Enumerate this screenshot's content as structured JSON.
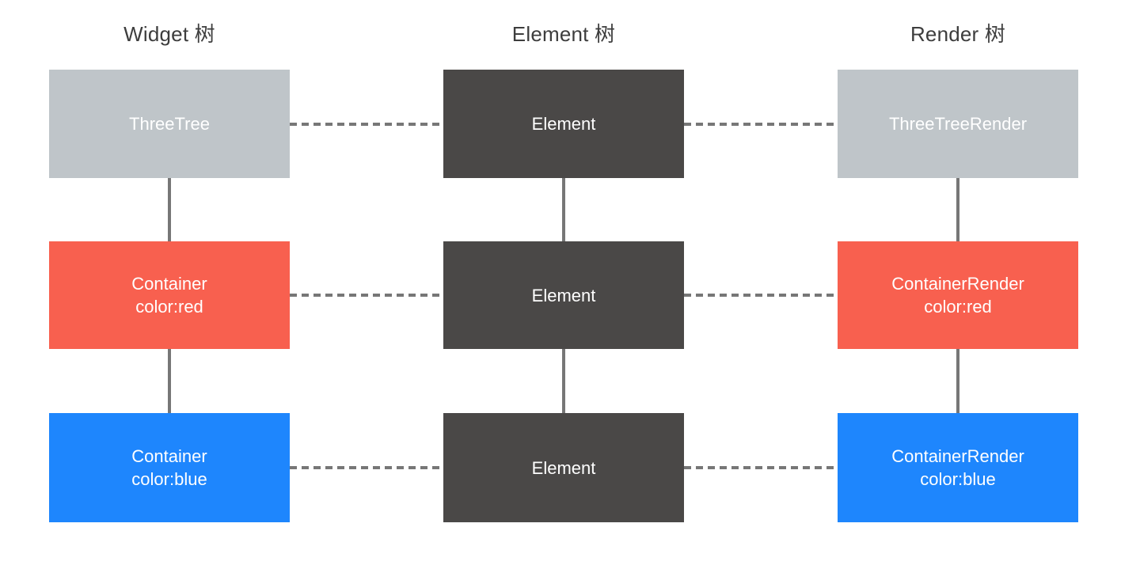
{
  "diagram": {
    "background_color": "#ffffff",
    "title_color": "#3d3d3d",
    "connector_color": "#777777",
    "columns": [
      {
        "id": "widget",
        "title": "Widget 树"
      },
      {
        "id": "element",
        "title": "Element 树"
      },
      {
        "id": "render",
        "title": "Render 树"
      }
    ],
    "nodes": [
      {
        "column": "widget",
        "row": 0,
        "line1": "ThreeTree",
        "line2": "",
        "fill": "#bfc5c9",
        "text_color": "#ffffff"
      },
      {
        "column": "element",
        "row": 0,
        "line1": "Element",
        "line2": "",
        "fill": "#4a4847",
        "text_color": "#ffffff"
      },
      {
        "column": "render",
        "row": 0,
        "line1": "ThreeTreeRender",
        "line2": "",
        "fill": "#bfc5c9",
        "text_color": "#ffffff"
      },
      {
        "column": "widget",
        "row": 1,
        "line1": "Container",
        "line2": "color:red",
        "fill": "#f8604f",
        "text_color": "#ffffff"
      },
      {
        "column": "element",
        "row": 1,
        "line1": "Element",
        "line2": "",
        "fill": "#4a4847",
        "text_color": "#ffffff"
      },
      {
        "column": "render",
        "row": 1,
        "line1": "ContainerRender",
        "line2": "color:red",
        "fill": "#f8604f",
        "text_color": "#ffffff"
      },
      {
        "column": "widget",
        "row": 2,
        "line1": "Container",
        "line2": "color:blue",
        "fill": "#1e86fd",
        "text_color": "#ffffff"
      },
      {
        "column": "element",
        "row": 2,
        "line1": "Element",
        "line2": "",
        "fill": "#4a4847",
        "text_color": "#ffffff"
      },
      {
        "column": "render",
        "row": 2,
        "line1": "ContainerRender",
        "line2": "color:blue",
        "fill": "#1e86fd",
        "text_color": "#ffffff"
      }
    ],
    "vertical_connectors": [
      {
        "column": "widget",
        "from_row": 0,
        "to_row": 1,
        "style": "solid"
      },
      {
        "column": "widget",
        "from_row": 1,
        "to_row": 2,
        "style": "solid"
      },
      {
        "column": "element",
        "from_row": 0,
        "to_row": 1,
        "style": "solid"
      },
      {
        "column": "element",
        "from_row": 1,
        "to_row": 2,
        "style": "solid"
      },
      {
        "column": "render",
        "from_row": 0,
        "to_row": 1,
        "style": "solid"
      },
      {
        "column": "render",
        "from_row": 1,
        "to_row": 2,
        "style": "solid"
      }
    ],
    "horizontal_connectors": [
      {
        "row": 0,
        "from": "widget",
        "to": "element",
        "style": "dashed"
      },
      {
        "row": 0,
        "from": "element",
        "to": "render",
        "style": "dashed"
      },
      {
        "row": 1,
        "from": "widget",
        "to": "element",
        "style": "dashed"
      },
      {
        "row": 1,
        "from": "element",
        "to": "render",
        "style": "dashed"
      },
      {
        "row": 2,
        "from": "widget",
        "to": "element",
        "style": "dashed"
      },
      {
        "row": 2,
        "from": "element",
        "to": "render",
        "style": "dashed"
      }
    ]
  }
}
